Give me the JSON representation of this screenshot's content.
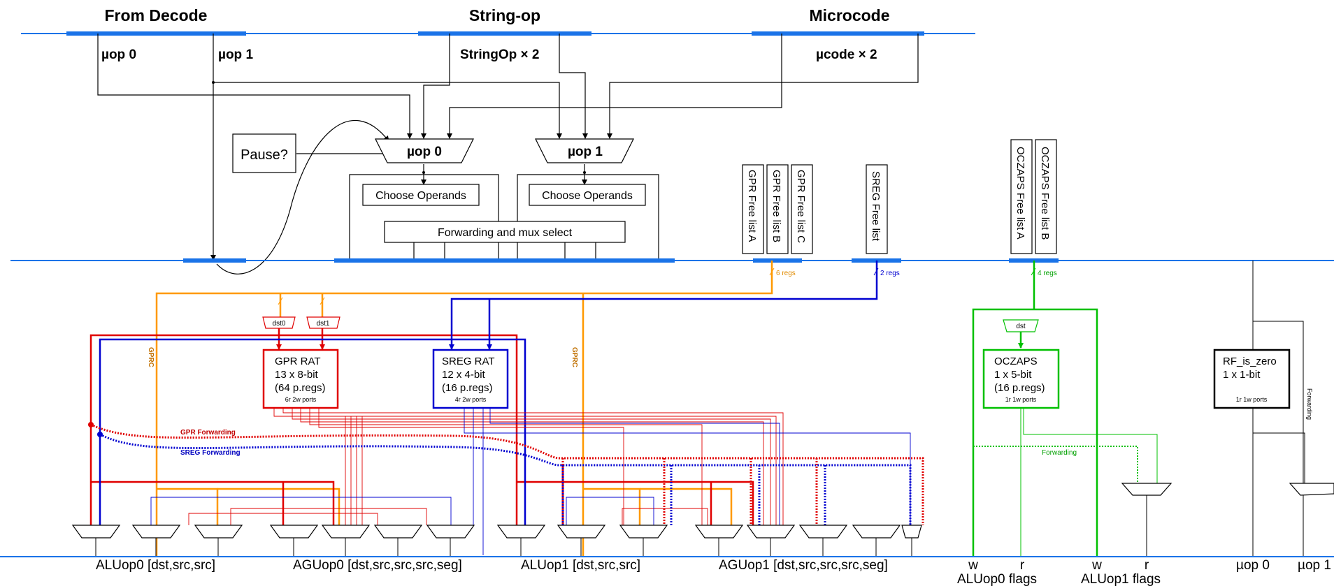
{
  "headers": {
    "decode": "From Decode",
    "stringop": "String-op",
    "microcode": "Microcode"
  },
  "inputs": {
    "uop0": "µop 0",
    "uop1": "µop 1",
    "stringop_x2": "StringOp × 2",
    "ucode_x2": "µcode × 2"
  },
  "pause": "Pause?",
  "muxes": {
    "uop0": "µop 0",
    "uop1": "µop 1"
  },
  "choose_operands": "Choose Operands",
  "forwarding_mux": "Forwarding and mux select",
  "free_lists": {
    "gpr_a": "GPR Free list A",
    "gpr_b": "GPR Free list B",
    "gpr_c": "GPR Free list C",
    "sreg": "SREG Free list",
    "oczaps_a": "OCZAPS Free list A",
    "oczaps_b": "OCZAPS Free list B"
  },
  "reg_counts": {
    "gpr": "6 regs",
    "sreg": "2 regs",
    "oczaps": "4 regs"
  },
  "dst_labels": {
    "dst0": "dst0",
    "dst1": "dst1",
    "dst": "dst"
  },
  "gprc": "GPRC",
  "gpr_rat": {
    "title": "GPR RAT",
    "size": "13 x 8-bit",
    "regs": "(64 p.regs)",
    "ports": "6r 2w ports"
  },
  "sreg_rat": {
    "title": "SREG RAT",
    "size": "12 x 4-bit",
    "regs": "(16 p.regs)",
    "ports": "4r 2w ports"
  },
  "oczaps": {
    "title": "OCZAPS",
    "size": "1 x 5-bit",
    "regs": "(16 p.regs)",
    "ports": "1r 1w ports"
  },
  "rf_is_zero": {
    "title": "RF_is_zero",
    "size": "1 x 1-bit",
    "ports": "1r 1w ports"
  },
  "forwarding": {
    "gpr": "GPR Forwarding",
    "sreg": "SREG Forwarding",
    "generic": "Forwarding",
    "vertical": "Forwarding"
  },
  "outputs": {
    "aluop0": "ALUop0 [dst,src,src]",
    "aguop0": "AGUop0 [dst,src,src,src,seg]",
    "aluop1": "ALUop1 [dst,src,src]",
    "aguop1": "AGUop1 [dst,src,src,src,seg]",
    "w": "w",
    "r": "r",
    "aluop0_flags": "ALUop0 flags",
    "aluop1_flags": "ALUop1 flags",
    "uop0": "µop 0",
    "uop1": "µop 1"
  },
  "colors": {
    "bus": "#1a73e8",
    "gpr": "#e00000",
    "sreg": "#0000d0",
    "orange": "#ff9900",
    "green": "#00c000"
  }
}
